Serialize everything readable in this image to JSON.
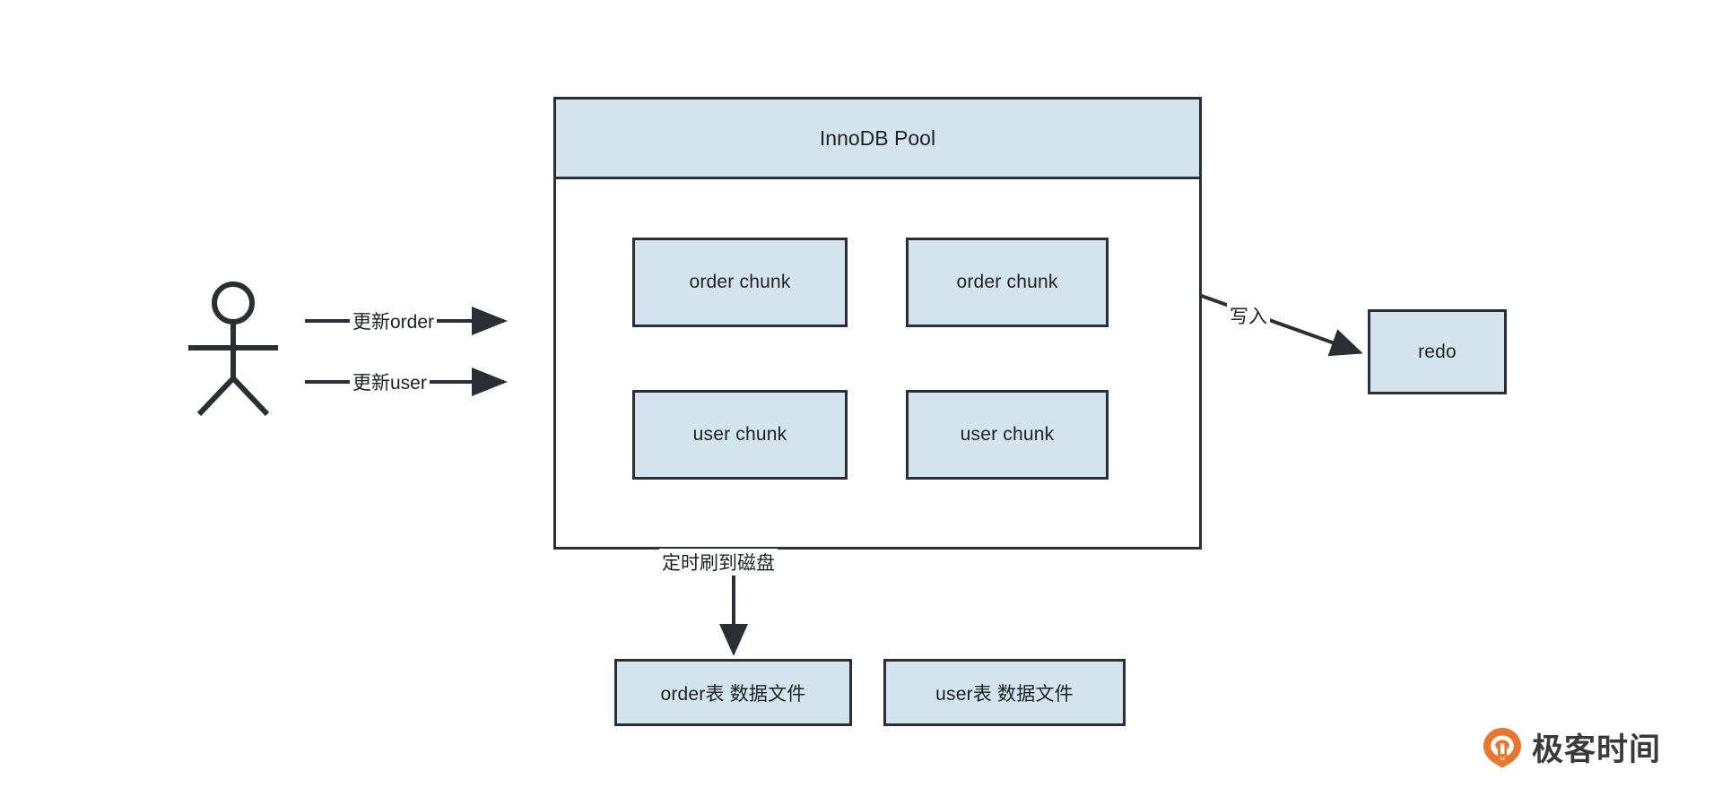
{
  "diagram": {
    "title": "InnoDB Pool",
    "pool": {
      "header_label": "InnoDB Pool",
      "chunks": [
        {
          "label": "order chunk"
        },
        {
          "label": "order chunk"
        },
        {
          "label": "user chunk"
        },
        {
          "label": "user chunk"
        }
      ]
    },
    "redo": {
      "label": "redo"
    },
    "datafiles": [
      {
        "label": "order表 数据文件"
      },
      {
        "label": "user表 数据文件"
      }
    ],
    "edges": [
      {
        "name": "update-order",
        "label": "更新order"
      },
      {
        "name": "update-user",
        "label": "更新user"
      },
      {
        "name": "write-redo",
        "label": "写入"
      },
      {
        "name": "flush-disk",
        "label": "定时刷到磁盘"
      }
    ],
    "actor": {
      "label": ""
    },
    "brand": {
      "text": "极客时间"
    },
    "colors": {
      "node_fill": "#d4e4ef",
      "node_stroke": "#2b2f33",
      "background": "#ffffff",
      "brand_orange": "#e8762c",
      "text": "#1d2023"
    }
  }
}
